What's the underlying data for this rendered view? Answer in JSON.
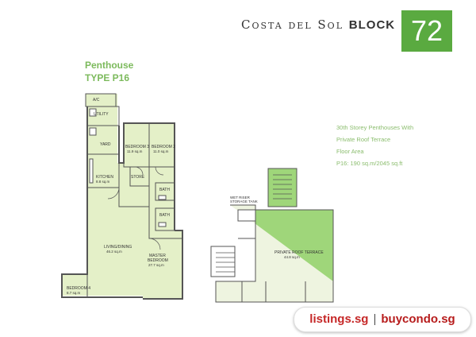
{
  "header": {
    "project_name": "Costa del Sol",
    "block_word": "BLOCK",
    "block_number": "72"
  },
  "unit": {
    "category": "Penthouse",
    "type": "TYPE P16"
  },
  "info": {
    "line1": "30th Storey Penthouses With",
    "line2": "Private Roof Terrace",
    "line3": "Floor Area",
    "line4": "P16: 190 sq.m/2045 sq.ft"
  },
  "rooms": {
    "ac": "A/C",
    "utility": "UTILITY",
    "yard": "YARD",
    "kitchen": "KITCHEN",
    "kitchen_area": "8.8 sq.m",
    "bedroom3": "BEDROOM 3",
    "bedroom3_area": "11.9 sq.m",
    "bedroom2": "BEDROOM 2",
    "bedroom2_area": "11.0 sq.m",
    "store": "STORE",
    "bath_upper": "BATH",
    "bath_lower": "BATH",
    "living": "LIVING/DINING",
    "living_area": "46.2 sq.m",
    "master": "MASTER",
    "master2": "BEDROOM",
    "master_area": "27.7 sq.m",
    "bedroom4": "BEDROOM 4",
    "bedroom4_area": "8.7 sq.m",
    "wet_riser": "WET RISER",
    "storage_tank": "STORAGE TANK",
    "roof_terrace": "PRIVATE ROOF TERRACE",
    "roof_terrace_area": "44.8 sq.m"
  },
  "watermark": {
    "site1": "listings.sg",
    "separator": "|",
    "site2": "buycondo.sg"
  },
  "colors": {
    "accent_green": "#5aaa40",
    "plan_fill": "#e4f0c8",
    "terrace_fill": "#9fd67a"
  }
}
